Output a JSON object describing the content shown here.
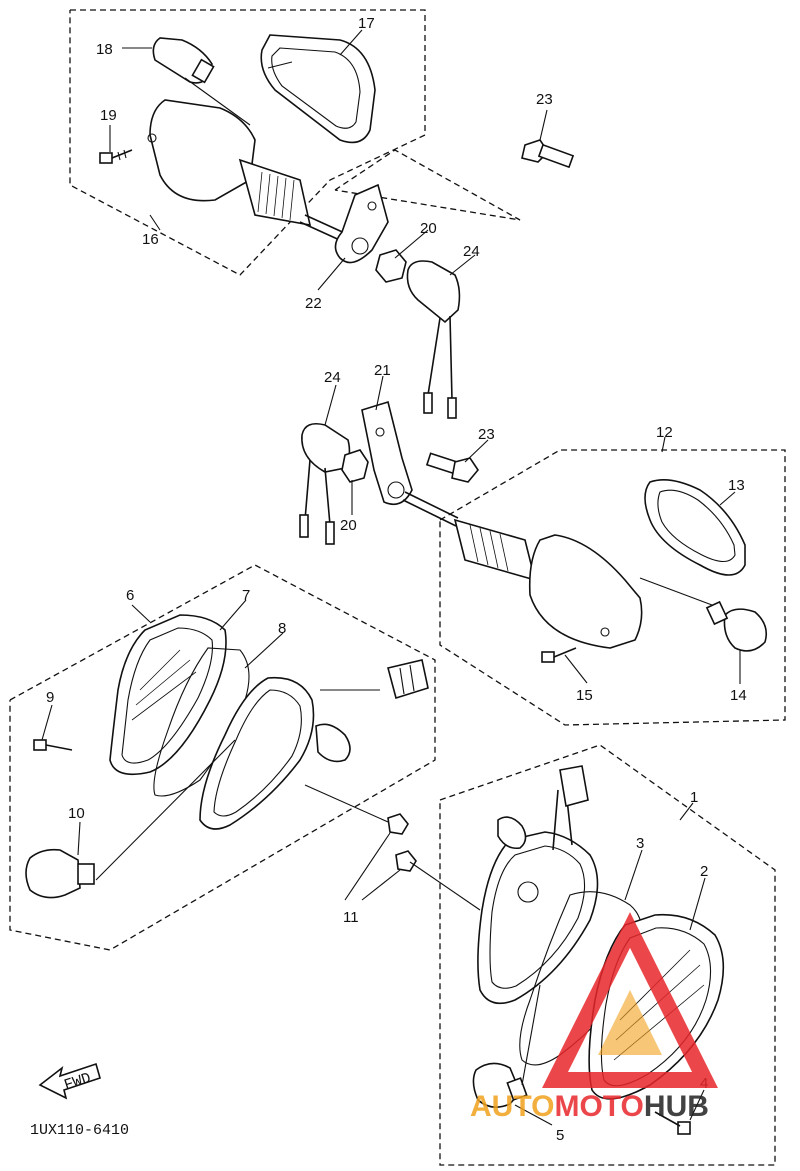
{
  "diagram": {
    "part_code": "1UX110-6410",
    "fwd_label": "FWD",
    "callouts": {
      "c1": "1",
      "c2": "2",
      "c3": "3",
      "c4": "4",
      "c5": "5",
      "c6": "6",
      "c7": "7",
      "c8": "8",
      "c9": "9",
      "c10": "10",
      "c11": "11",
      "c12": "12",
      "c13": "13",
      "c14": "14",
      "c15": "15",
      "c16": "16",
      "c17": "17",
      "c18": "18",
      "c19": "19",
      "c20a": "20",
      "c20b": "20",
      "c21": "21",
      "c22": "22",
      "c23a": "23",
      "c23b": "23",
      "c24a": "24",
      "c24b": "24"
    }
  },
  "watermark": {
    "text_left": "AUTO",
    "text_mid": "MOTO",
    "text_right": "HUB",
    "color_primary": "#e8262b",
    "color_secondary": "#f2a21c",
    "color_text": "#222222"
  }
}
